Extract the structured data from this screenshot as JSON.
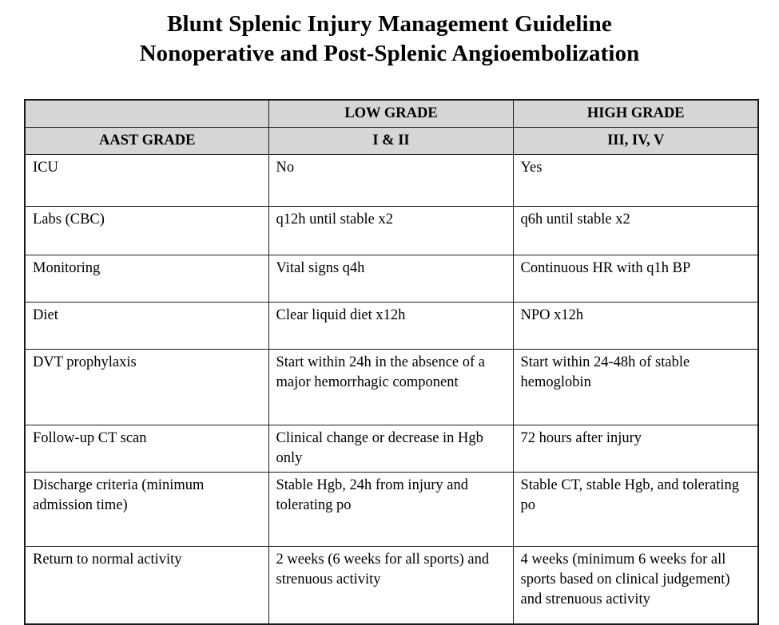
{
  "document": {
    "title_lines": [
      "Blunt Splenic Injury Management Guideline",
      "Nonoperative and Post-Splenic Angioembolization"
    ]
  },
  "table": {
    "header_row_1": {
      "col1": "",
      "col2": "LOW GRADE",
      "col3": "HIGH GRADE"
    },
    "header_row_2": {
      "col1": "AAST GRADE",
      "col2": "I & II",
      "col3": "III, IV,  V"
    },
    "rows": [
      {
        "criterion": "ICU",
        "low_grade": "No",
        "high_grade": "Yes"
      },
      {
        "criterion": "Labs (CBC)",
        "low_grade": "q12h until stable x2",
        "high_grade": "q6h until stable x2"
      },
      {
        "criterion": "Monitoring",
        "low_grade": "Vital signs q4h",
        "high_grade": "Continuous HR with q1h BP"
      },
      {
        "criterion": "Diet",
        "low_grade": "Clear liquid diet x12h",
        "high_grade": "NPO x12h"
      },
      {
        "criterion": "DVT prophylaxis",
        "low_grade": "Start within 24h in the absence of a major hemorrhagic component",
        "high_grade": "Start within 24-48h of stable hemoglobin"
      },
      {
        "criterion": "Follow-up CT scan",
        "low_grade": "Clinical change or decrease in Hgb only",
        "high_grade": "72 hours after injury"
      },
      {
        "criterion": "Discharge criteria (minimum admission time)",
        "low_grade": "Stable Hgb, 24h from injury and tolerating po",
        "high_grade": "Stable CT, stable Hgb, and tolerating po"
      },
      {
        "criterion": "Return to normal activity",
        "low_grade": "2 weeks (6 weeks for all sports) and strenuous activity",
        "high_grade": "4 weeks (minimum 6 weeks for all sports based on clinical judgement) and strenuous activity"
      }
    ]
  },
  "colors": {
    "header_background": "#d6d6d6",
    "border": "#1a1a1a",
    "text": "#000000",
    "page_background": "#ffffff"
  }
}
